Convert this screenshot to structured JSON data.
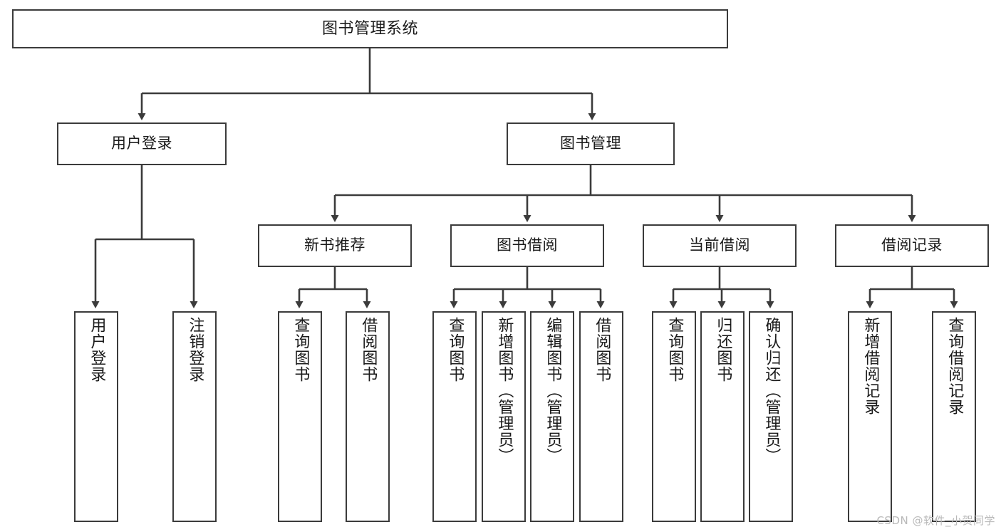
{
  "diagram": {
    "title": "图书管理系统",
    "watermark": "CSDN @软件_小贺同学",
    "stroke_color": "#3b3b3b",
    "fill_color": "#ffffff",
    "text_color": "#1a1a1a",
    "watermark_color": "#b9b9b9"
  },
  "nodes": {
    "root": {
      "label": "图书管理系统"
    },
    "level2": [
      {
        "label": "用户登录"
      },
      {
        "label": "图书管理"
      }
    ],
    "level3": [
      {
        "label": "新书推荐"
      },
      {
        "label": "图书借阅"
      },
      {
        "label": "当前借阅"
      },
      {
        "label": "借阅记录"
      }
    ],
    "leaves": {
      "user_login": [
        {
          "label": "用户登录"
        },
        {
          "label": "注销登录"
        }
      ],
      "new_book_recommend": [
        {
          "label": "查询图书"
        },
        {
          "label": "借阅图书"
        }
      ],
      "book_borrow": [
        {
          "label": "查询图书"
        },
        {
          "label": "新增图书（管理员）"
        },
        {
          "label": "编辑图书（管理员）"
        },
        {
          "label": "借阅图书"
        }
      ],
      "current_borrow": [
        {
          "label": "查询图书"
        },
        {
          "label": "归还图书"
        },
        {
          "label": "确认归还（管理员）"
        }
      ],
      "borrow_record": [
        {
          "label": "新增借阅记录"
        },
        {
          "label": "查询借阅记录"
        }
      ]
    }
  },
  "chart_data": {
    "type": "tree-diagram",
    "title": "图书管理系统",
    "orientation": "top-down",
    "levels": 4,
    "tree": {
      "name": "图书管理系统",
      "children": [
        {
          "name": "用户登录",
          "children": [
            {
              "name": "用户登录"
            },
            {
              "name": "注销登录"
            }
          ]
        },
        {
          "name": "图书管理",
          "children": [
            {
              "name": "新书推荐",
              "children": [
                {
                  "name": "查询图书"
                },
                {
                  "name": "借阅图书"
                }
              ]
            },
            {
              "name": "图书借阅",
              "children": [
                {
                  "name": "查询图书"
                },
                {
                  "name": "新增图书（管理员）"
                },
                {
                  "name": "编辑图书（管理员）"
                },
                {
                  "name": "借阅图书"
                }
              ]
            },
            {
              "name": "当前借阅",
              "children": [
                {
                  "name": "查询图书"
                },
                {
                  "name": "归还图书"
                },
                {
                  "name": "确认归还（管理员）"
                }
              ]
            },
            {
              "name": "借阅记录",
              "children": [
                {
                  "name": "新增借阅记录"
                },
                {
                  "name": "查询借阅记录"
                }
              ]
            }
          ]
        }
      ]
    }
  }
}
